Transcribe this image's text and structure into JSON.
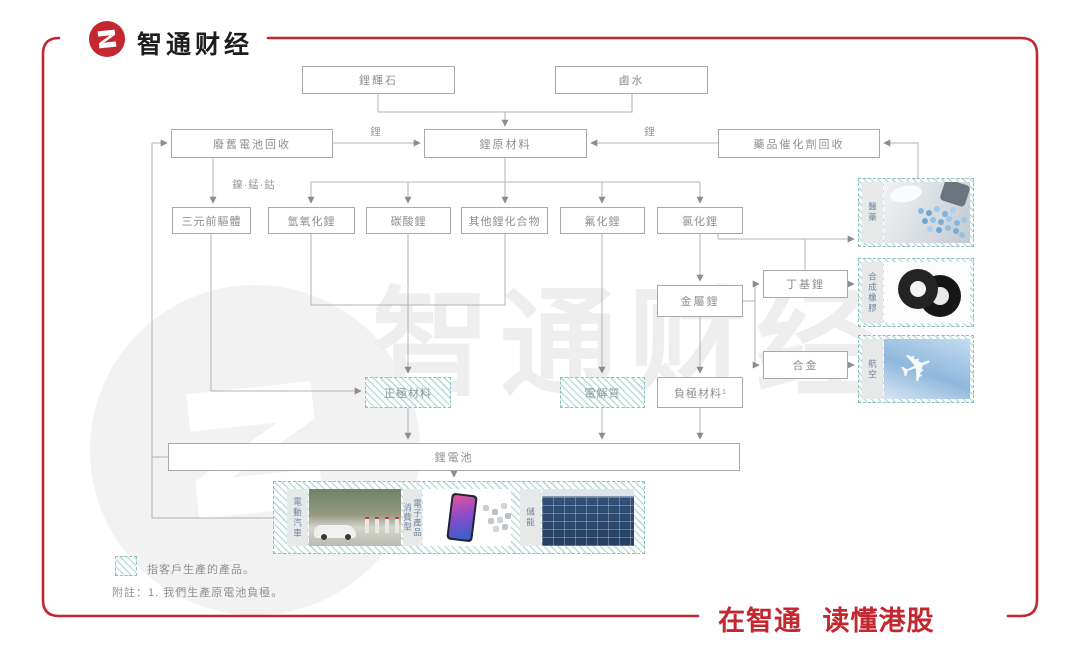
{
  "brand": {
    "name": "智通财经",
    "watermark": "智通财经",
    "slogan": "在智通 读懂港股"
  },
  "colors": {
    "brand_red": "#c32730",
    "hatch_teal": "#8ebfbf",
    "line_gray": "#b3b3b3",
    "text_gray": "#8f8f8f"
  },
  "flow": {
    "spodumene": "鋰輝石",
    "brine": "鹵水",
    "battery_recycling": "廢舊電池回收",
    "raw_material": "鋰原材料",
    "pharma_recycling": "藥品催化劑回收",
    "ternary_precursor": "三元前驅體",
    "lithium_hydroxide": "氫氧化鋰",
    "lithium_carbonate": "碳酸鋰",
    "other_compounds": "其他鋰化合物",
    "lithium_fluoride": "氟化鋰",
    "lithium_chloride": "氯化鋰",
    "lithium_metal": "金屬鋰",
    "butyllithium": "丁基鋰",
    "alloy": "合金",
    "cathode": "正極材料",
    "electrolyte": "電解質",
    "anode": "負極材料",
    "anode_note_ref": "1",
    "battery": "鋰電池"
  },
  "edge_labels": {
    "li_left": "鋰",
    "li_right": "鋰",
    "nmc": "鎳·錳·鈷"
  },
  "applications": {
    "pharma": "醫藥",
    "rubber": "合成橡膠",
    "aviation": "航空",
    "ev": "電動汽車",
    "consumer_line1": "消費型",
    "consumer_line2": "電子產品",
    "storage": "儲能"
  },
  "legend": {
    "swatch_label": "指客戶生產的產品。",
    "note": "附註：1. 我們生產原電池負極。"
  }
}
